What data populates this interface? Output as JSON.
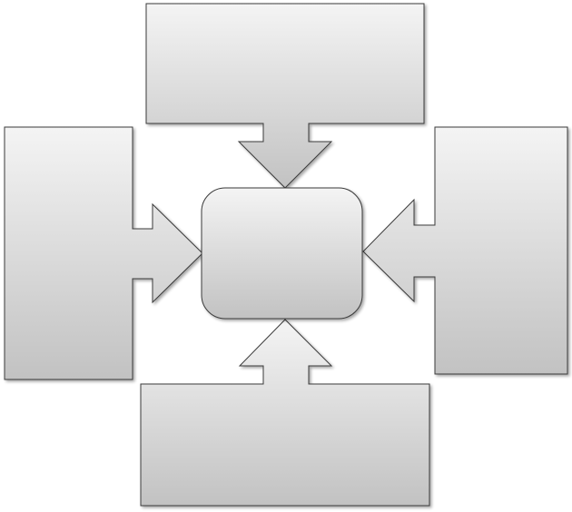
{
  "diagram": {
    "center": {
      "label": ""
    },
    "blocks": [
      {
        "key": "top",
        "label": ""
      },
      {
        "key": "left",
        "label": ""
      },
      {
        "key": "right",
        "label": ""
      },
      {
        "key": "bottom",
        "label": ""
      }
    ]
  },
  "colors": {
    "gradient_light": "#f4f4f4",
    "gradient_dark": "#c2c2c2",
    "stroke": "#3a3a3a",
    "shadow": "#9a9a9a"
  }
}
